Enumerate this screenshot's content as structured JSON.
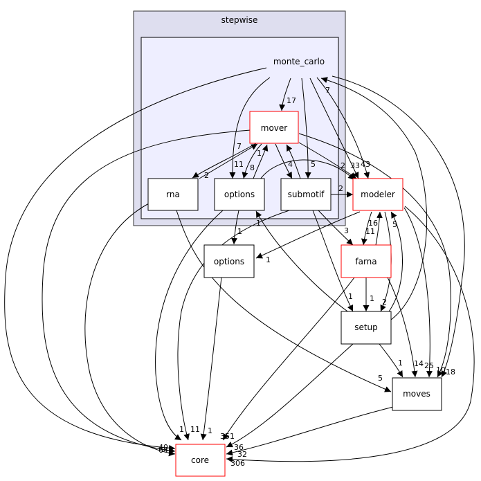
{
  "graph": {
    "clusters": {
      "outer": {
        "label": "stepwise",
        "fill": "#dedeef",
        "stroke": "#333333"
      },
      "inner": {
        "label": "monte_carlo",
        "fill": "#eeeeff",
        "stroke": "#000000"
      }
    },
    "nodes": {
      "mover": {
        "label": "mover",
        "border": "#ff0000"
      },
      "rna": {
        "label": "rna",
        "border": "#000000"
      },
      "options1": {
        "label": "options",
        "border": "#000000"
      },
      "submotif": {
        "label": "submotif",
        "border": "#000000"
      },
      "modeler": {
        "label": "modeler",
        "border": "#ff0000"
      },
      "options2": {
        "label": "options",
        "border": "#000000"
      },
      "farna": {
        "label": "farna",
        "border": "#ff0000"
      },
      "setup": {
        "label": "setup",
        "border": "#000000"
      },
      "moves": {
        "label": "moves",
        "border": "#000000"
      },
      "core": {
        "label": "core",
        "border": "#ff0000"
      }
    },
    "edge_labels": {
      "mc_mover": "17",
      "mc_options": "11",
      "mc_submotif": "5",
      "mc_modeler_a": "33",
      "mc_modeler_b": "43",
      "setup_mc": "7",
      "mover_rna": "2",
      "rna_mover": "7",
      "mover_options": "8",
      "options_mover": "1",
      "mover_submotif": "4",
      "mover_modeler": "2",
      "submotif_modeler": "2",
      "submotif_farna": "3",
      "options_options2": "1",
      "modeler_options2": "1",
      "modeler_farna": "16",
      "farna_modeler": "11",
      "setup_modeler": "5",
      "submotif_setup": "1",
      "farna_setup": "1",
      "modeler_setup": "2",
      "setup_options": "1",
      "setup_moves": "1",
      "farna_moves": "14",
      "modeler_moves": "25",
      "mover_moves": "10",
      "mc_moves": "18",
      "rna_moves": "5",
      "mc_core": "40",
      "mover_core": "64",
      "rna_core": "11",
      "options_core": "1",
      "submotif_core": "11",
      "options2_core": "1",
      "farna_core": "351",
      "setup_core": "36",
      "moves_core": "32",
      "modeler_core": "306"
    }
  }
}
